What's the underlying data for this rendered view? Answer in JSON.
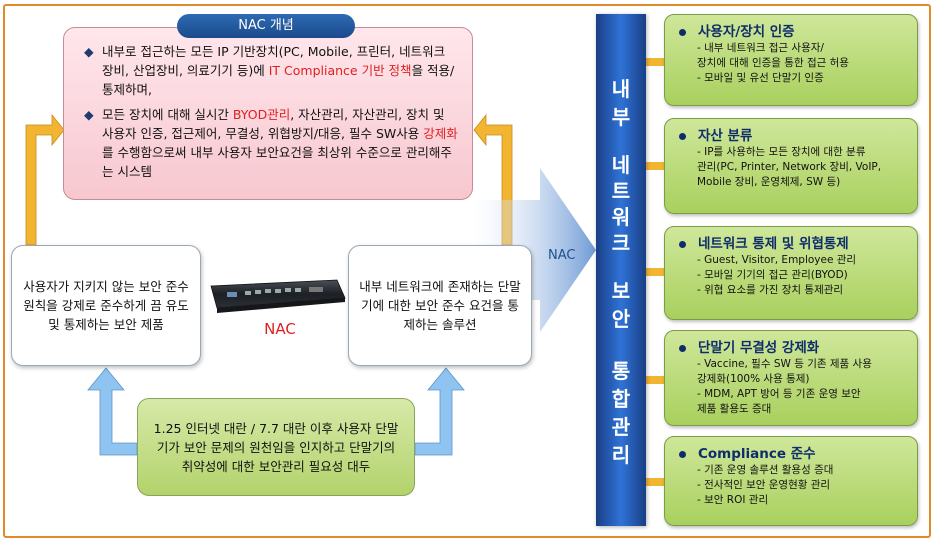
{
  "concept": {
    "title": "NAC 개념",
    "bullet_symbol": "◆",
    "p1_a": "내부로 접근하는 모든 IP 기반장치(PC, Mobile, 프린터, 네트워크 장비, 산업장비, 의료기기 등)에",
    "p1_red": "IT Compliance 기반 정책",
    "p1_b": "을 적용/통제하며,",
    "p2_a": "모든 장치에 대해 실시간",
    "p2_red1": "BYOD관리",
    "p2_b": ", 자산관리, 자산관리, 장치  및 사용자 인증, 접근제어, 무결성, 위협방지/대응, 필수 SW사용",
    "p2_red2": "강제화",
    "p2_c": "를 수행함으로써 내부 사용자 보안요건을 최상위 수준으로 관리해주는 시스템"
  },
  "left_box": "사용자가 지키지 않는 보안 준수 원칙을 강제로 준수하게 끔 유도 및 통제하는 보안 제품",
  "right_box": "내부 네트워크에 존재하는 단말기에 대한 보안 준수 요건을 통제하는 솔루션",
  "device_label": "NAC",
  "bottom_box": "1.25 인터넷 대란 / 7.7 대란 이후 사용자 단말기가 보안 문제의 원천임을 인지하고 단말기의 취약성에 대한 보안관리 필요성 대두",
  "arrow_label": "NAC",
  "vertical_bar": {
    "chars": [
      "내",
      "부",
      "네",
      "트",
      "워",
      "크",
      "보",
      "안",
      "통",
      "합",
      "관",
      "리"
    ],
    "text": "내부 네트워크 보안 통합관리"
  },
  "features": [
    {
      "title": "사용자/장치 인증",
      "items": [
        "- 내부 네트워크 접근 사용자/",
        "  장치에 대해 인증을 통한 접근 허용",
        "- 모바일 및 유선 단말기 인증"
      ]
    },
    {
      "title": "자산 분류",
      "items": [
        "- IP를 사용하는 모든 장치에 대한 분류",
        "  관리(PC, Printer, Network 장비, VoIP,",
        "  Mobile 장비, 운영체제, SW 등)"
      ]
    },
    {
      "title": "네트워크 통제 및 위협통제",
      "items": [
        "- Guest, Visitor, Employee 관리",
        "- 모바일 기기의 접근 관리(BYOD)",
        "- 위협 요소를 가진 장치 통제관리"
      ]
    },
    {
      "title": "단말기 무결성 강제화",
      "items": [
        "- Vaccine, 필수 SW 등 기존 제품 사용",
        "  강제화(100% 사용 통제)",
        "- MDM, APT 방어 등 기존 운영 보안",
        "  제품 활용도 증대"
      ]
    },
    {
      "title": "Compliance 준수",
      "items": [
        "- 기존 운영 솔루션 활용성 증대",
        "- 전사적인 보안 운영현황 관리",
        "- 보안 ROI 관리"
      ]
    }
  ],
  "colors": {
    "frame": "#e08a2b",
    "concept_fill": "#f7c7cf",
    "green_fill": "#b3d36c",
    "blue_bar": "#2f73d6",
    "accent_red": "#e02020",
    "arrow_yellow": "#f2b531",
    "arrow_blue": "#8fc3f0"
  }
}
